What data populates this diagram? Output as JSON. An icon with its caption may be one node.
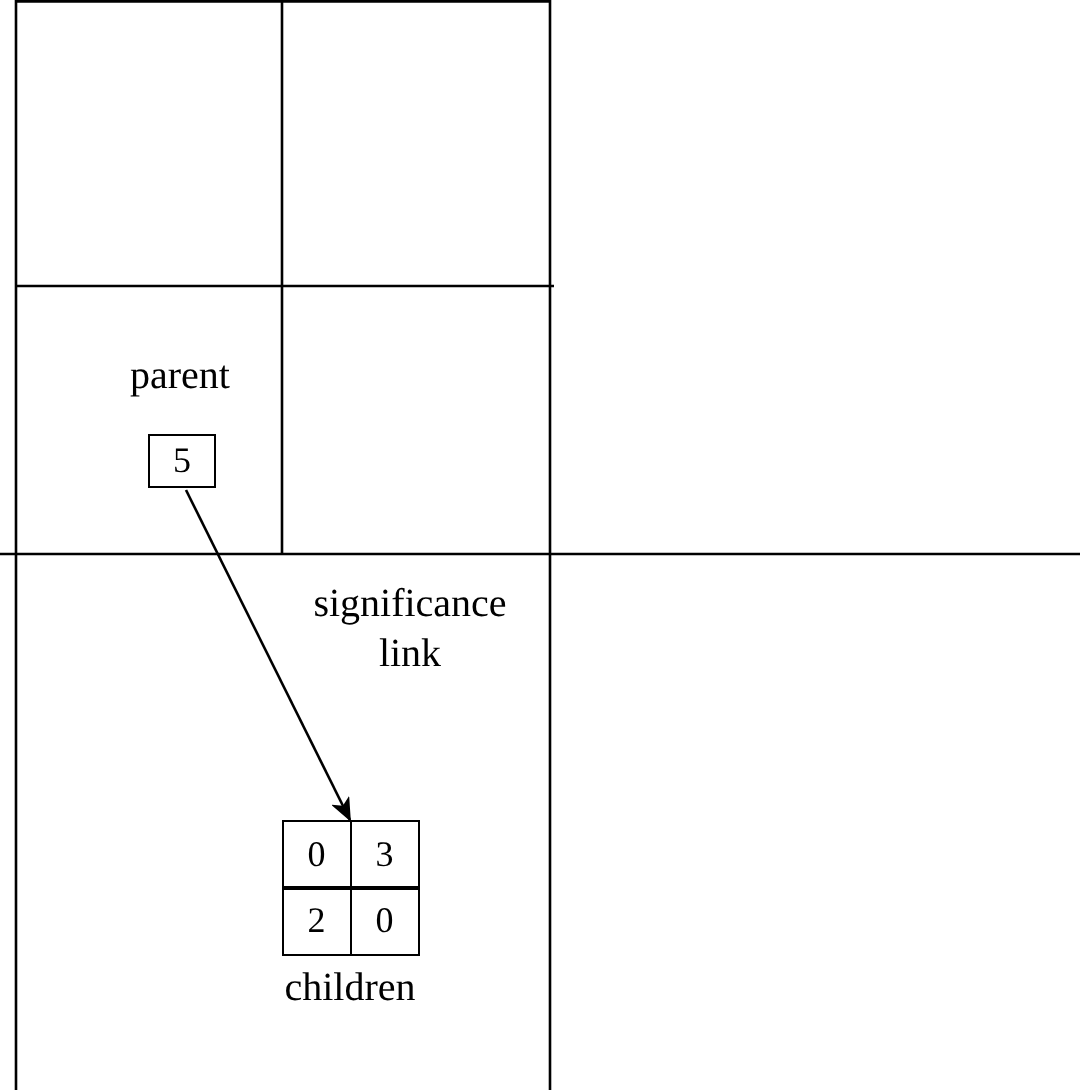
{
  "diagram": {
    "nodes": [
      {
        "text": [
          "parent",
          "5"
        ]
      },
      {
        "text": [
          "children"
        ]
      },
      {
        "text": [
          "0"
        ],
        "in": 1
      },
      {
        "text": [
          "3"
        ],
        "in": 1
      },
      {
        "text": [
          "2"
        ],
        "in": 1
      },
      {
        "text": [
          "0"
        ],
        "in": 1
      }
    ],
    "edges": [
      {
        "from": 0,
        "to": 1,
        "arrow": "to",
        "label": "significance link"
      }
    ]
  }
}
